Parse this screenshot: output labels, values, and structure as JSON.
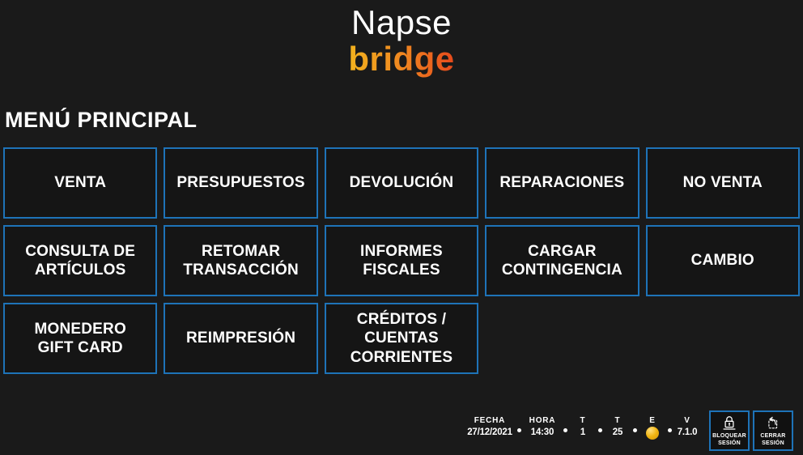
{
  "theme": {
    "background": "#1a1a1a",
    "button_bg": "#151515",
    "accent_blue": "#1e73b8",
    "text": "#ffffff",
    "indicator_yellow": "#f0b411",
    "logo_gradient_start": "#f2b31e",
    "logo_gradient_end": "#e6491c"
  },
  "logo": {
    "primary": "Napse",
    "secondary": "bridge"
  },
  "page_title": "MENÚ PRINCIPAL",
  "menu": {
    "buttons": [
      {
        "label": "VENTA"
      },
      {
        "label": "PRESUPUESTOS"
      },
      {
        "label": "DEVOLUCIÓN"
      },
      {
        "label": "REPARACIONES"
      },
      {
        "label": "NO VENTA"
      },
      {
        "label": "CONSULTA DE\nARTÍCULOS"
      },
      {
        "label": "RETOMAR\nTRANSACCIÓN"
      },
      {
        "label": "INFORMES\nFISCALES"
      },
      {
        "label": "CARGAR\nCONTINGENCIA"
      },
      {
        "label": "CAMBIO"
      },
      {
        "label": "MONEDERO\nGIFT CARD"
      },
      {
        "label": "REIMPRESIÓN"
      },
      {
        "label": "CRÉDITOS /\nCUENTAS\nCORRIENTES"
      }
    ]
  },
  "status": {
    "items": [
      {
        "label": "FECHA",
        "value": "27/12/2021"
      },
      {
        "label": "HORA",
        "value": "14:30"
      },
      {
        "label": "T",
        "value": "1"
      },
      {
        "label": "T",
        "value": "25"
      },
      {
        "label": "E",
        "value": ""
      },
      {
        "label": "V",
        "value": "7.1.0"
      }
    ]
  },
  "session": {
    "lock_button": "BLOQUEAR\nSESIÓN",
    "close_button": "CERRAR\nSESIÓN"
  }
}
